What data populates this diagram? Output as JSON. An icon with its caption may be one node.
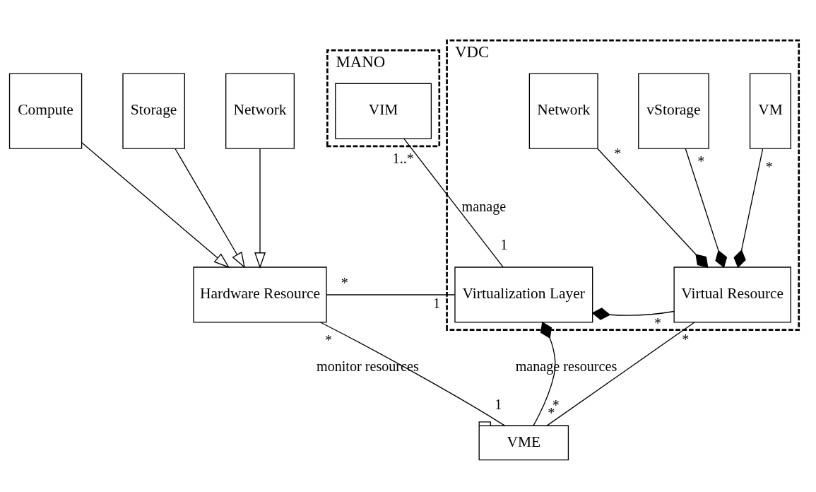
{
  "diagram": {
    "nodes": [
      {
        "text": [
          "Compute"
        ]
      },
      {
        "text": [
          "Storage"
        ]
      },
      {
        "text": [
          "Network"
        ]
      },
      {
        "text": [
          "MANO"
        ]
      },
      {
        "text": [
          "VIM"
        ],
        "in": 3
      },
      {
        "text": [
          "VDC"
        ]
      },
      {
        "text": [
          "VM"
        ],
        "in": 5
      },
      {
        "text": [
          "vStorage"
        ],
        "in": 5
      },
      {
        "text": [
          "Network"
        ],
        "in": 5
      },
      {
        "text": [
          "Hardware Resource"
        ]
      },
      {
        "text": [
          "Virtualization Layer"
        ],
        "in": 5
      },
      {
        "text": [
          "Virtual Resource"
        ],
        "in": 5
      },
      {
        "text": [
          "VME"
        ]
      }
    ],
    "edges": [
      {
        "from": 0,
        "to": 9,
        "arrow": "to"
      },
      {
        "from": 1,
        "to": 9,
        "arrow": "to"
      },
      {
        "from": 2,
        "to": 9,
        "arrow": "to"
      },
      {
        "from": 6,
        "to": 11,
        "arrow": "other"
      },
      {
        "from": 7,
        "to": 11,
        "arrow": "other"
      },
      {
        "from": 8,
        "to": 11,
        "arrow": "other"
      },
      {
        "from": 4,
        "to": 10,
        "arrow": "none",
        "label": "manage"
      },
      {
        "from": 9,
        "to": 10,
        "arrow": "none"
      },
      {
        "from": 11,
        "to": 10,
        "arrow": "other"
      },
      {
        "from": 12,
        "to": 10,
        "arrow": "other"
      },
      {
        "from": 12,
        "to": 9,
        "arrow": "none",
        "label": "monitor resources"
      },
      {
        "from": 12,
        "to": 11,
        "arrow": "none",
        "label": "manage resources"
      }
    ],
    "labels": [
      "1..*",
      "*",
      "*",
      "*",
      "1",
      "*",
      "1",
      "*",
      "*",
      "*",
      "*",
      "1",
      "*"
    ]
  }
}
